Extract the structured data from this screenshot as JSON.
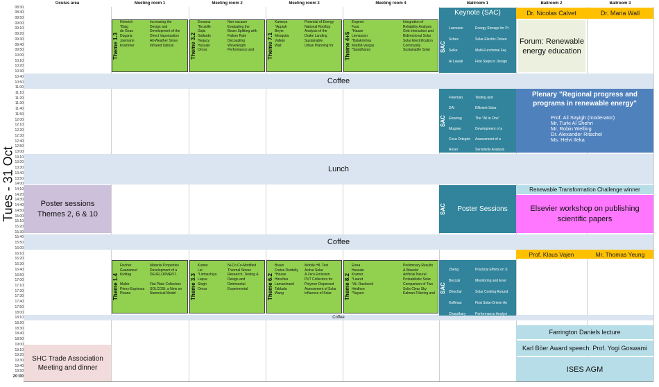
{
  "day_label": "Tues - 31 Oct",
  "room_headers": [
    "Oculus area",
    "Meeting room 1",
    "Meeting room 2",
    "Meeting room 3",
    "Meeting room 4",
    "Ballroom 1",
    "Ballroom 2",
    "Ballroom 3"
  ],
  "time_labels": [
    "08:30",
    "08:40",
    "08:50",
    "09:00",
    "09:10",
    "09:20",
    "09:30",
    "09:40",
    "09:50",
    "10:00",
    "10:10",
    "10:20",
    "10:30",
    "10:40",
    "10:50",
    "11:00",
    "11:10",
    "11:20",
    "11:30",
    "11:40",
    "11:50",
    "12:00",
    "12:10",
    "12:20",
    "12:30",
    "12:40",
    "12:50",
    "13:00",
    "13:10",
    "13:20",
    "13:30",
    "13:40",
    "13:50",
    "14:00",
    "14:10",
    "14:20",
    "14:30",
    "14:40",
    "14:50",
    "15:00",
    "15:10",
    "15:20",
    "15:30",
    "15:40",
    "15:50",
    "16:00",
    "16:10",
    "16:20",
    "16:30",
    "16:40",
    "16:50",
    "17:00",
    "17:10",
    "17:20",
    "17:30",
    "17:40",
    "17:50",
    "18:00",
    "18:10",
    "18:20",
    "18:30",
    "18:40",
    "18:50",
    "19:00",
    "19:10",
    "19:20",
    "19:30",
    "19:40",
    "19:50",
    "20:00"
  ],
  "breaks": {
    "coffee1": "Coffee",
    "lunch": "Lunch",
    "coffee2": "Coffee",
    "coffee3": "Coffee"
  },
  "morning": {
    "theme_1_3": {
      "label": "Theme 1.3",
      "names": [
        "Heinrich",
        "*Baig",
        "de Geus",
        "Dugaria",
        "Joemann",
        "Krammer"
      ],
      "titles": [
        "Increasing the",
        "Design and",
        "Development of the",
        "Direct Vaporization",
        "All-Weather Snow",
        "Infrared Optical"
      ]
    },
    "theme_3_2": {
      "label": "Theme 3.2",
      "names": [
        "Ennaoui",
        "*Eruiolfe",
        "Gajic",
        "Gallardo",
        "Hegazy",
        "Hussain",
        "Oross"
      ],
      "titles": [
        "Non-vacuum",
        "Evaluating the",
        "Beam Splitting with",
        "Failure Rate",
        "Decoupling",
        "Wavelength",
        "Performance and"
      ]
    },
    "theme_7_1": {
      "label": "Theme 7.1",
      "names": [
        "Kameya",
        "*Appiah",
        "Beyer",
        "Mesquita",
        "Vallejo",
        "Wall"
      ],
      "titles": [
        "Potential of Energy",
        "National Rooftop",
        "Analysis of the",
        "Drake Landing",
        "Sustainable",
        "Urban Planning for"
      ]
    },
    "theme_4_5": {
      "label": "Theme 4+5",
      "names": [
        "Engerer",
        "Fara",
        "*Haase",
        "Lemasson",
        "*Balakrishna",
        "Madrid-Vargas",
        "*Sasidharan"
      ],
      "titles": [
        "Integration of",
        "Reliability Analysis",
        "Grid Interaction and",
        "Bidirectional Solar",
        "Solar Electrification",
        "Community",
        "Sustainable Solar"
      ]
    }
  },
  "keynote": {
    "title": "Keynote (SAC)",
    "sac": "SAC",
    "rows": [
      {
        "n": "Luerssen",
        "t": "Energy Storage for Pr"
      },
      {
        "n": "Schex",
        "t": "Solar-Electric Driven"
      },
      {
        "n": "Selke",
        "t": "Multi-Functional Faç"
      },
      {
        "n": "Al Lawati",
        "t": "First Steps in Design"
      }
    ]
  },
  "ballroom2_header1": "Dr. Nicolas Calvet",
  "ballroom3_header1": "Dr. Maria Wall",
  "forum": "Forum: Renewable energy education",
  "sac_midday": {
    "sac": "SAC",
    "rows": [
      {
        "n": "Freeman",
        "t": "Testing and"
      },
      {
        "n": "DAI",
        "t": "Efficient Solar"
      },
      {
        "n": "Elsarrag",
        "t": "The \"All in One\""
      },
      {
        "n": "Mugnier",
        "t": "Development of a"
      },
      {
        "n": "Coca Ortegón",
        "t": "Assessment of a"
      },
      {
        "n": "Reyer",
        "t": "Sensitivity Analysis"
      }
    ]
  },
  "plenary": {
    "title": "Plenary \"Regional progress and programs in renewable energy\"",
    "speakers": [
      "Prof. Ali Sayigh (moderator)",
      "Mr. Turki Al Shehri",
      "Mr. Robin Welling",
      "Dr. Alexander Ritschel",
      "Ms. Helvi Ileka"
    ]
  },
  "poster_sessions_oculus": "Poster sessions Themes 2, 6 & 10",
  "sac_poster": {
    "sac": "SAC",
    "label": "Poster Sessions"
  },
  "renewable_challenge": "Renewable Transformation Challenge winner",
  "elsevier": "Elsevier workshop on publishing scientific papers",
  "ballroom2_header2": "Prof. Klaus Vajen",
  "ballroom3_header2": "Mr. Thomas Yeung",
  "afternoon": {
    "theme_1_4": {
      "label": "Theme 1.4",
      "names": [
        "Fischer",
        "Guadamud",
        "Kiziltag",
        "",
        "Muller",
        "Pérez-Espinosa",
        "Pisano"
      ],
      "titles": [
        "Material Properties",
        "Development of a",
        "DEVELOPMENT,",
        "",
        "Flat Plate Collectors",
        "SOLCOSI: a New on",
        "Numerical Model"
      ]
    },
    "theme_3_3": {
      "label": "Theme 3.3",
      "names": [
        "Kumar",
        "Lei",
        "*Limbachiya",
        "Luque",
        "Singh",
        "Oross"
      ],
      "titles": [
        "Ni-Co Co-Modified",
        "Thermal Stress",
        "Research, Testing &",
        "Design and",
        "Detrimental",
        "Experimental"
      ]
    },
    "theme_6_2": {
      "label": "Theme 6.2",
      "names": [
        "Braun",
        "Frutos Dordelly",
        "*Haase",
        "Hirschier",
        "Lamarchand",
        "Tablada",
        "Wang"
      ],
      "titles": [
        "Mobile HIL Test",
        "Active Solar",
        "A Zero Emission",
        "PVT Collectors for",
        "Polymer Dispersed",
        "Assessment of Solar",
        "Influence of Solar"
      ]
    },
    "theme_8_2": {
      "label": "Theme 8.2",
      "names": [
        "Eissa",
        "Hussain",
        "Kramer",
        "*Lauret",
        "*AL-Rasheedi",
        "Heidhen",
        "*Vayant"
      ],
      "titles": [
        "Preliminary Results",
        "A Wavelet",
        "Artificial Neural",
        "Probabilistic Solar",
        "Comparison of Two",
        "Solis Clear Sky",
        "Kalman Filtering and"
      ]
    }
  },
  "sac_afternoon": {
    "sac": "SAC",
    "rows": [
      {
        "n": "Zheng",
        "t": "Practical Efforts on S"
      },
      {
        "n": "Beccali",
        "t": "Monitoring and Ener"
      },
      {
        "n": "Dhochar",
        "t": "Solar Cooling Around"
      },
      {
        "n": "Koffman",
        "t": "First Solar-Driven Air"
      },
      {
        "n": "Chaudhary",
        "t": "Performance Analysi"
      }
    ]
  },
  "farrington": "Farrington Daniels  lecture",
  "karl_boer": "Karl Böer Award speech: Prof. Yogi Goswami",
  "ises_agm": "ISES AGM",
  "shc_trade": "SHC Trade Association Meeting and dinner"
}
